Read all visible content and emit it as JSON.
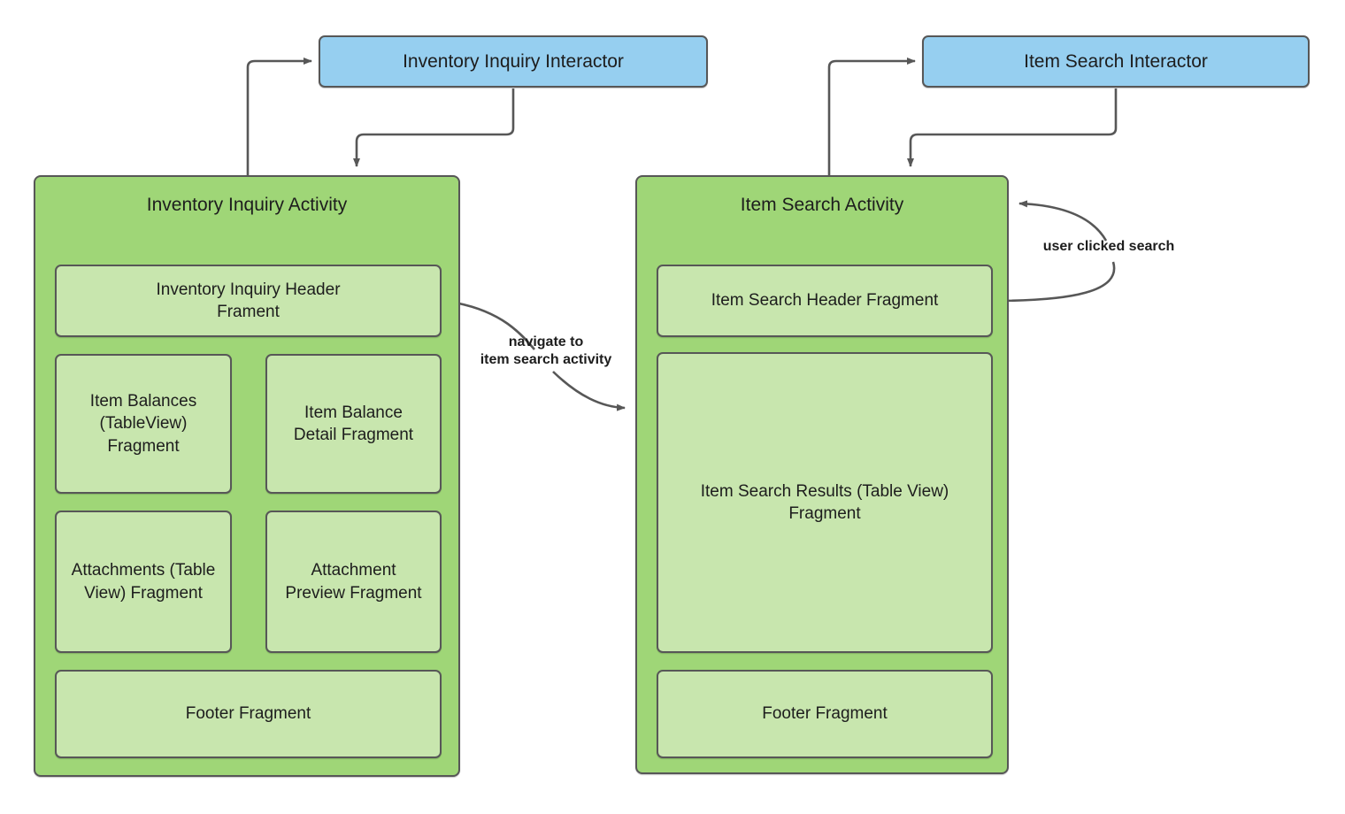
{
  "diagram": {
    "title_visible": false,
    "colors": {
      "interactor_fill": "#96CFF0",
      "activity_fill": "#9FD677",
      "fragment_fill": "#C8E6AE",
      "stroke": "#575757",
      "text": "#1d1d1d",
      "background": "#ffffff"
    }
  },
  "nodes": {
    "inventory_inquiry_interactor": {
      "label": "Inventory Inquiry Interactor"
    },
    "item_search_interactor": {
      "label": "Item Search Interactor"
    },
    "inventory_inquiry_activity": {
      "title": "Inventory Inquiry Activity",
      "fragments": [
        {
          "id": "inventory-inquiry-header-fragment",
          "label": "Inventory Inquiry Header\nFrament"
        },
        {
          "id": "item-balances-tableview-fragment",
          "label": "Item Balances\n(TableView)\nFragment"
        },
        {
          "id": "item-balance-detail-fragment",
          "label": "Item Balance\nDetail Fragment"
        },
        {
          "id": "attachments-tableview-fragment",
          "label": "Attachments (Table\nView) Fragment"
        },
        {
          "id": "attachment-preview-fragment",
          "label": "Attachment\nPreview Fragment"
        },
        {
          "id": "inventory-footer-fragment",
          "label": "Footer Fragment"
        }
      ]
    },
    "item_search_activity": {
      "title": "Item Search Activity",
      "fragments": [
        {
          "id": "item-search-header-fragment",
          "label": "Item Search Header Fragment"
        },
        {
          "id": "item-search-results-tableview-fragment",
          "label": "Item Search Results (Table View)\nFragment"
        },
        {
          "id": "item-search-footer-fragment",
          "label": "Footer Fragment"
        }
      ]
    }
  },
  "edges": [
    {
      "id": "inventory-activity-to-interactor",
      "label": "",
      "from": "Inventory Inquiry Activity",
      "to": "Inventory Inquiry Interactor"
    },
    {
      "id": "inventory-interactor-to-activity",
      "label": "",
      "from": "Inventory Inquiry Interactor",
      "to": "Inventory Inquiry Activity"
    },
    {
      "id": "item-search-activity-to-interactor",
      "label": "",
      "from": "Item Search Activity",
      "to": "Item Search Interactor"
    },
    {
      "id": "item-search-interactor-to-activity",
      "label": "",
      "from": "Item Search Interactor",
      "to": "Item Search Activity"
    },
    {
      "id": "navigate-to-item-search",
      "label": "navigate to\nitem search activity",
      "from": "Inventory Inquiry Header Frament",
      "to": "Item Search Activity"
    },
    {
      "id": "user-clicked-search",
      "label": "user clicked search",
      "from": "Item Search Header Fragment",
      "to": "Item Search Activity"
    }
  ],
  "edge_labels": {
    "navigate_to_item_search": "navigate to\nitem search activity",
    "user_clicked_search": "user clicked search"
  }
}
